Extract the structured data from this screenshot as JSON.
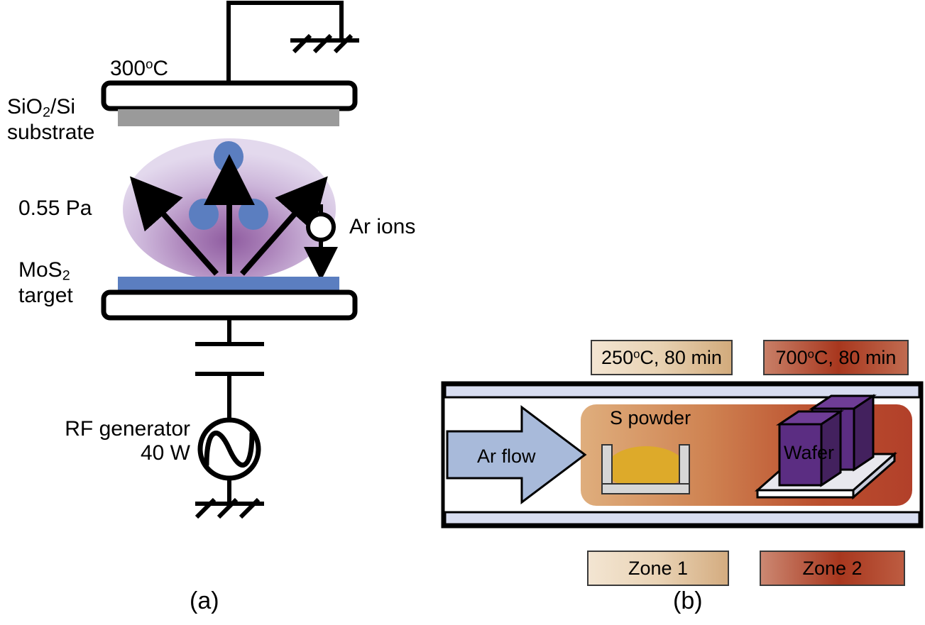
{
  "figure": {
    "panel_a_caption": "(a)",
    "panel_b_caption": "(b)"
  },
  "panel_a": {
    "title_substrate_temperature": "300",
    "substrate_temperature_unit_sup": "o",
    "substrate_temperature_unit": "C",
    "substrate_label_line1_pre": "SiO",
    "substrate_label_line1_sub": "2",
    "substrate_label_line1_post": "/Si",
    "substrate_label_line2": "substrate",
    "pressure_label": "0.55 Pa",
    "target_label_line1_pre": "MoS",
    "target_label_line1_sub": "2",
    "target_label_line2": "target",
    "ar_ions_label": "Ar ions",
    "rf_label_line1": "RF generator",
    "rf_label_line2": "40 W",
    "colors": {
      "substrate_film": "#9a9a9a",
      "target_material": "#5b7ec0",
      "plasma_outer": "#d9cbe6",
      "plasma_inner": "#9b6aa8",
      "sputtered_particle": "#5b7ec0",
      "stroke": "#000000"
    }
  },
  "panel_b": {
    "zone1_condition_temp": "250",
    "zone1_condition_unit_sup": "o",
    "zone1_condition_rest": "C, 80 min",
    "zone2_condition_temp": "700",
    "zone2_condition_unit_sup": "o",
    "zone2_condition_rest": "C, 80 min",
    "zone1_label": "Zone 1",
    "zone2_label": "Zone 2",
    "gas_flow_label": "Ar flow",
    "powder_label": "S powder",
    "wafer_label": "Wafer",
    "colors": {
      "tube_wall": "#d8ddf0",
      "tube_stroke": "#000000",
      "arrow_fill": "#a8bada",
      "hot_zone_cool": "#dca877",
      "hot_zone_hot": "#b9462a",
      "zone1_box_light": "#f2e2cd",
      "zone1_box_dark": "#d7b48b",
      "zone2_box_light": "#cf8d79",
      "zone2_box_dark": "#b03a22",
      "sulfur_powder": "#ddaa2a",
      "boat": "#d6d6d6",
      "wafer_front": "#5b2d82",
      "wafer_top": "#6f3d96",
      "wafer_side": "#43215e",
      "stage": "#e8e8ee"
    }
  }
}
